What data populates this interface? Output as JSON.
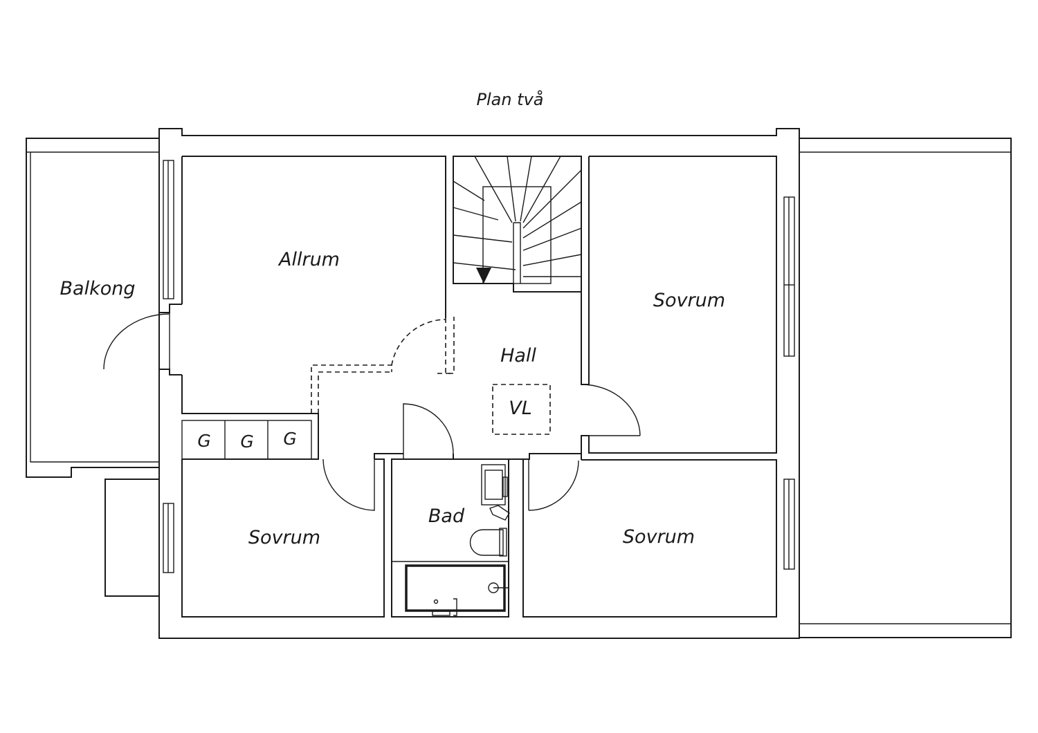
{
  "plan": {
    "title": "Plan två",
    "rooms": {
      "balkong": "Balkong",
      "allrum": "Allrum",
      "hall": "Hall",
      "sovrum_right_top": "Sovrum",
      "sovrum_left_bottom": "Sovrum",
      "sovrum_right_bottom": "Sovrum",
      "bad": "Bad",
      "vl": "VL"
    },
    "wardrobes": [
      "G",
      "G",
      "G"
    ]
  }
}
